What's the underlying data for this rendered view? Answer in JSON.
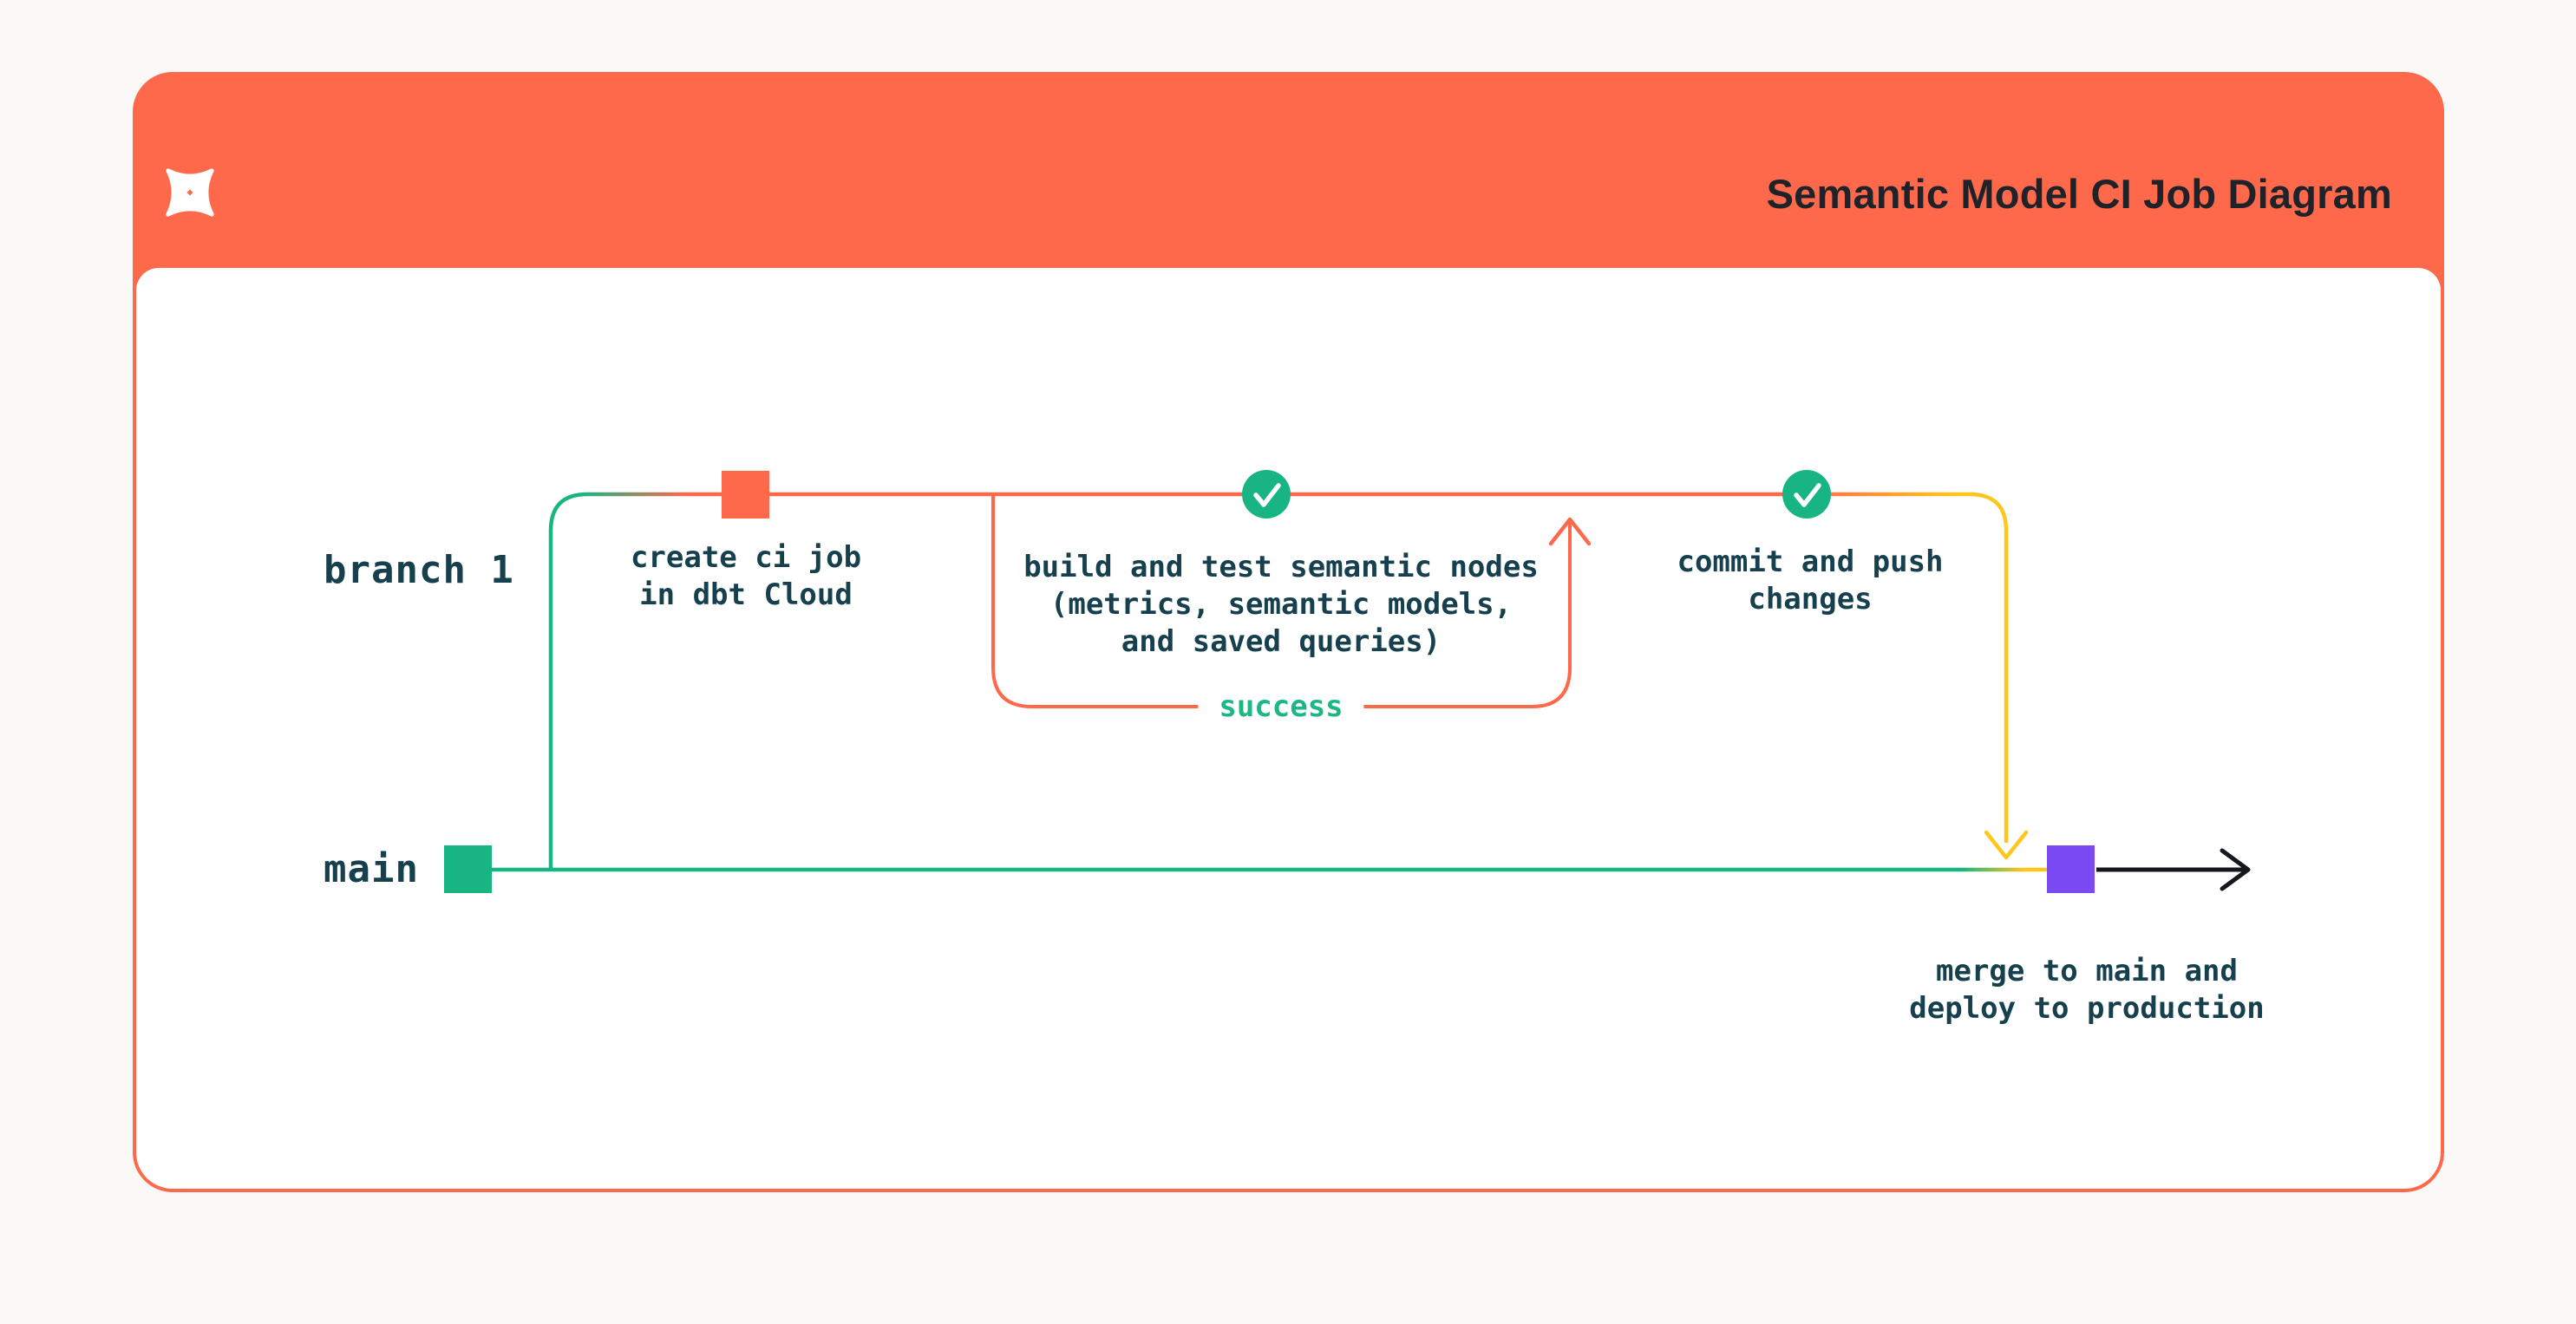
{
  "header": {
    "title": "Semantic Model CI Job Diagram",
    "logo_icon": "dbt-logo-icon",
    "background_color": "#FF694B",
    "title_color": "#1F2229"
  },
  "branches": {
    "branch1_label": "branch 1",
    "main_label": "main"
  },
  "nodes": {
    "create_ci": {
      "label": "create ci job\nin dbt Cloud",
      "marker": "orange-commit-square",
      "marker_color": "#FF694B"
    },
    "build_test": {
      "label": "build and test semantic nodes\n(metrics, semantic models,\nand saved queries)",
      "marker": "check-circle",
      "marker_color": "#18B583"
    },
    "commit_push": {
      "label": "commit and push\nchanges",
      "marker": "check-circle",
      "marker_color": "#18B583"
    },
    "merge_deploy": {
      "label": "merge to main and\ndeploy to production",
      "marker": "purple-commit-square",
      "marker_color": "#7A4BF2"
    },
    "main_start": {
      "marker": "green-commit-square",
      "marker_color": "#18B583"
    }
  },
  "loop": {
    "label": "success",
    "label_color": "#1BB885",
    "line_color": "#FF694B"
  },
  "colors": {
    "page_background": "#FAF9F7",
    "card_background": "#FFFFFF",
    "accent_orange": "#FF694B",
    "accent_green": "#18B583",
    "accent_yellow": "#FFC61C",
    "accent_purple": "#7A4BF2",
    "text_dark": "#16404D",
    "arrow_black": "#14181D"
  }
}
